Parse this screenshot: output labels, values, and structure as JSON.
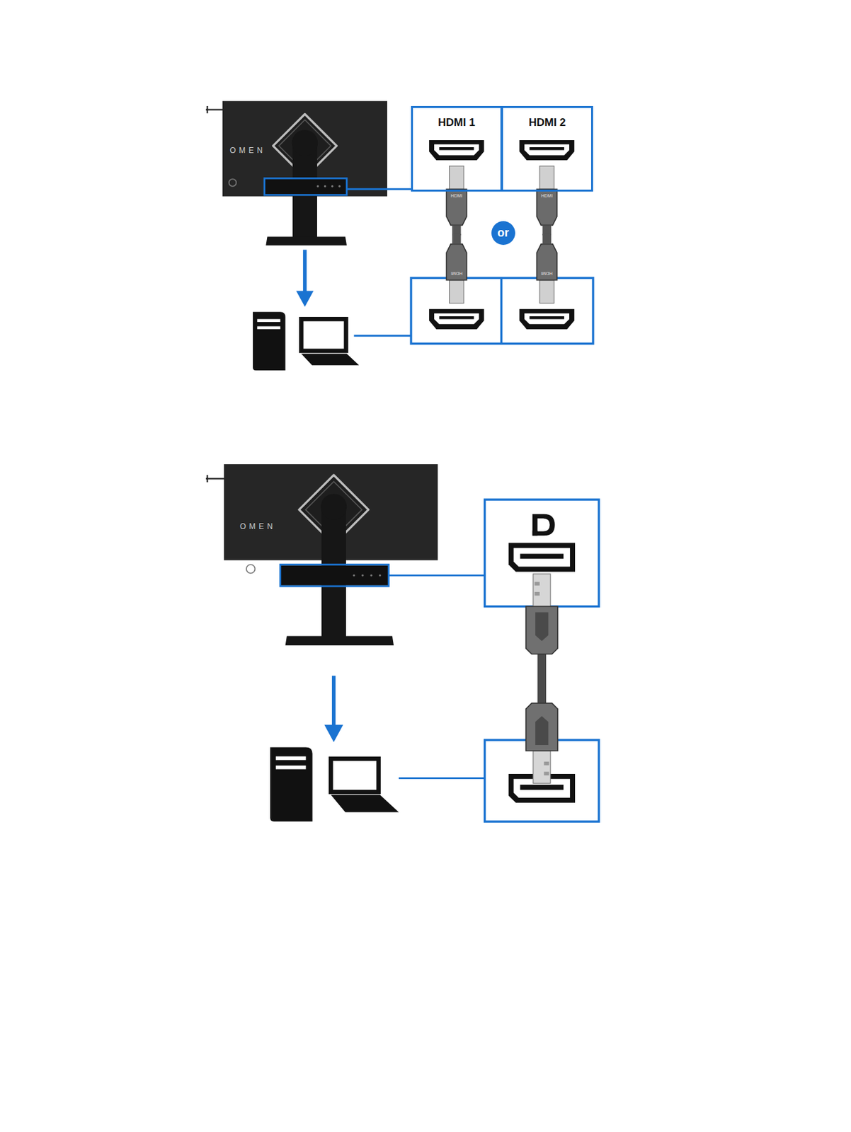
{
  "diagram": {
    "nodes": [
      {
        "text": [
          "HDMI 1"
        ]
      },
      {
        "text": [
          "HDMI 2"
        ]
      },
      {
        "text": [
          "or"
        ]
      }
    ],
    "labels": [
      "OMEN",
      "HDMI",
      "HDMI",
      "HDMI",
      "HDMI",
      "OMEN"
    ]
  }
}
